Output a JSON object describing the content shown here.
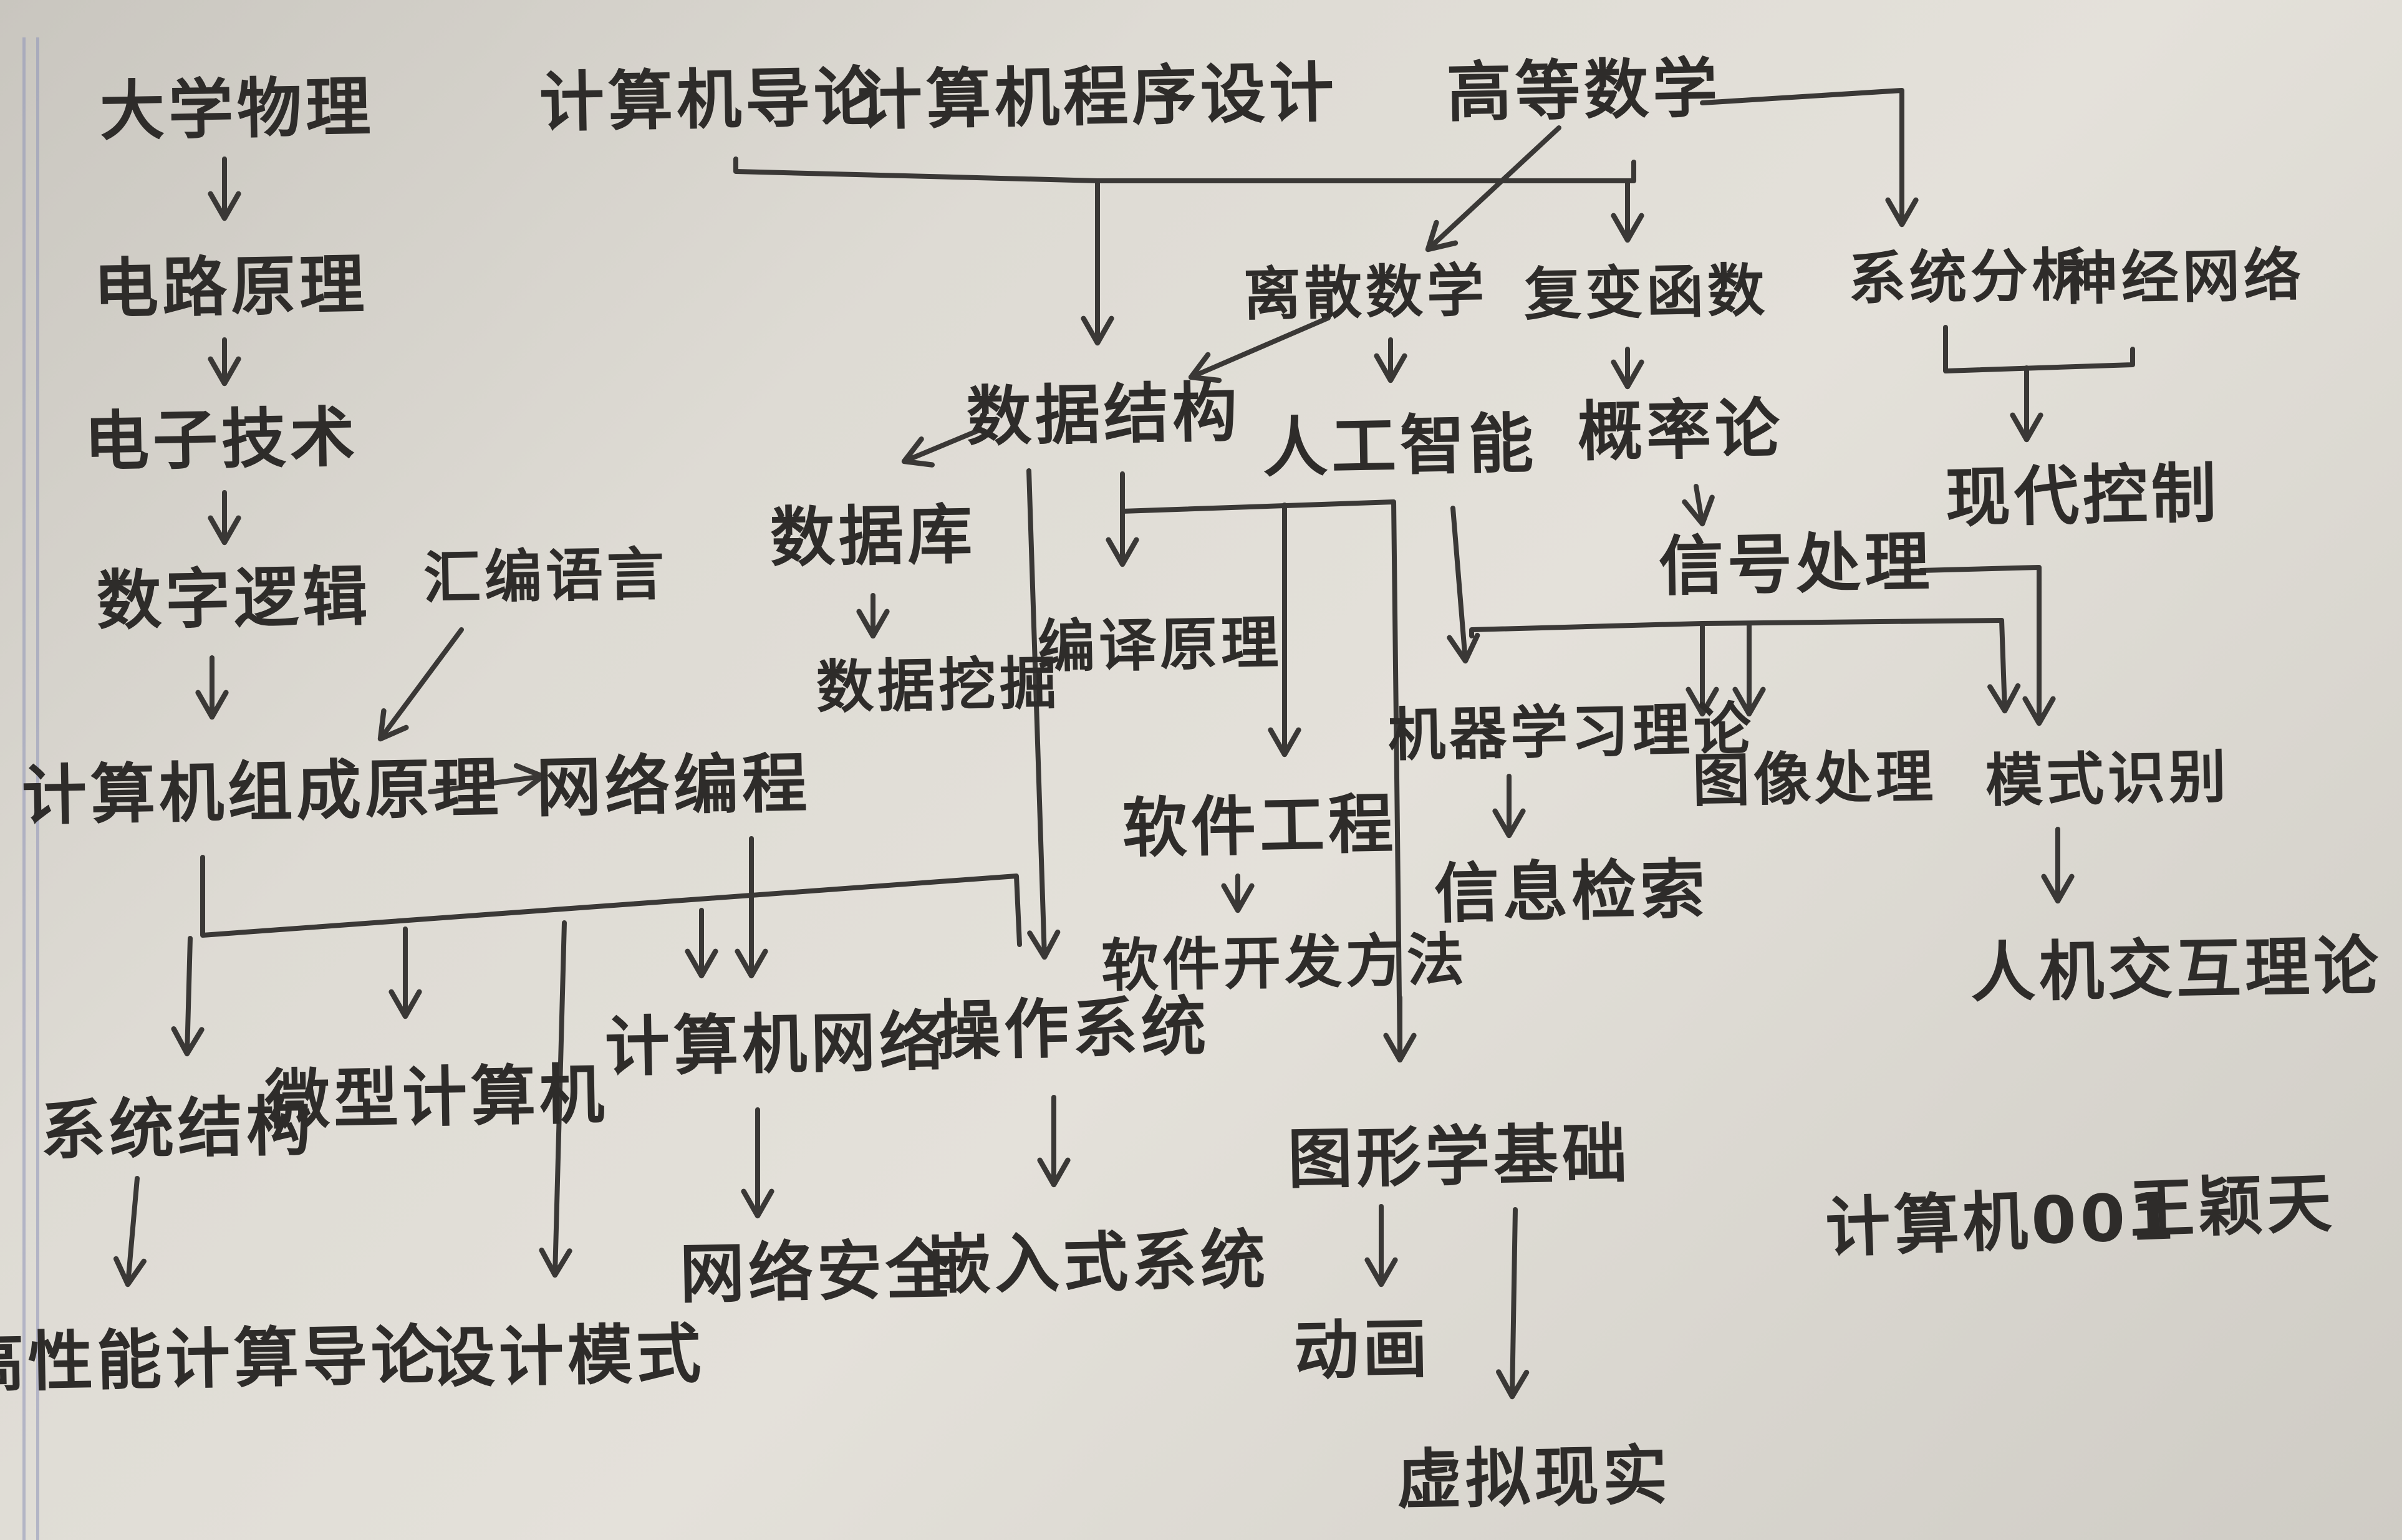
{
  "nodes": {
    "daxue_wuli": "大学物理",
    "dianlu_yuanli": "电路原理",
    "dianzi_jishu": "电子技术",
    "shuzi_luoji": "数字逻辑",
    "huibian_yuyan": "汇编语言",
    "jisuanji_zucheng": "计算机组成原理",
    "wangluo_biancheng": "网络编程",
    "jisuanji_daolun": "计算机导论",
    "chengxu_sheji": "计算机程序设计",
    "gaodeng_shuxue": "高等数学",
    "lisan_shuxue": "离散数学",
    "fubian_hanshu": "复变函数",
    "xitong_fenxi": "系统分析",
    "shenjing_wangluo": "神经网络",
    "shuju_jiegou": "数据结构",
    "rengong_zhineng": "人工智能",
    "gailv_lun": "概率论",
    "xiandai_kongzhi": "现代控制",
    "shujuku": "数据库",
    "shuju_wajue": "数据挖掘",
    "bianyi_yuanli": "编译原理",
    "xinhao_chuli": "信号处理",
    "jiqi_xuexi": "机器学习理论",
    "tuxiang_chuli": "图像处理",
    "moshi_shibie": "模式识别",
    "ruanjian_gongcheng": "软件工程",
    "xinxi_jiansuo": "信息检索",
    "renji_jiaohu": "人机交互理论",
    "ruanjian_kaifa": "软件开发方法",
    "xitong_jiegou": "系统结构",
    "weixing_jisuanji": "微型计算机",
    "jisuanji_wangluo": "计算机网络",
    "caozuo_xitong": "操作系统",
    "tuxingxue_jichu": "图形学基础",
    "gaoxingneng_jisuan": "高性能计算导论",
    "sheji_jiyou": "设计模式",
    "wangluo_anquan": "网络安全",
    "qianrushi_xitong": "嵌入式系统",
    "donghua": "动画",
    "xuni_xianshi": "虚拟现实"
  },
  "signature": {
    "class_label": "计算机001",
    "name": "王颖天"
  }
}
